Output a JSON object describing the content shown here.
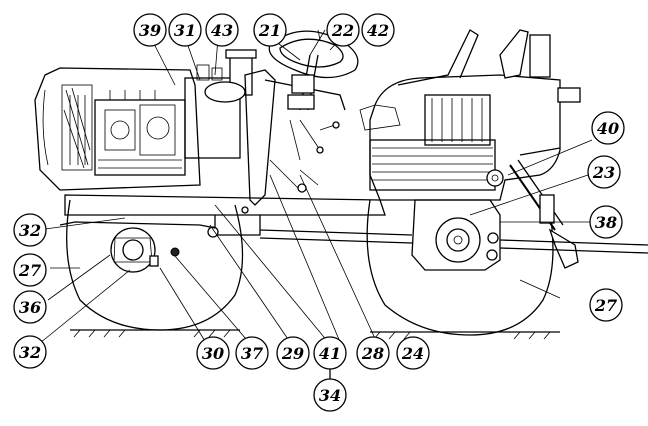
{
  "callouts": {
    "c39": "39",
    "c31": "31",
    "c43": "43",
    "c21": "21",
    "c22": "22",
    "c42": "42",
    "c40": "40",
    "c23": "23",
    "c38": "38",
    "c32a": "32",
    "c27a": "27",
    "c36": "36",
    "c32b": "32",
    "c27b": "27",
    "c30": "30",
    "c37": "37",
    "c29": "29",
    "c41": "41",
    "c28": "28",
    "c24": "24",
    "c34": "34"
  }
}
